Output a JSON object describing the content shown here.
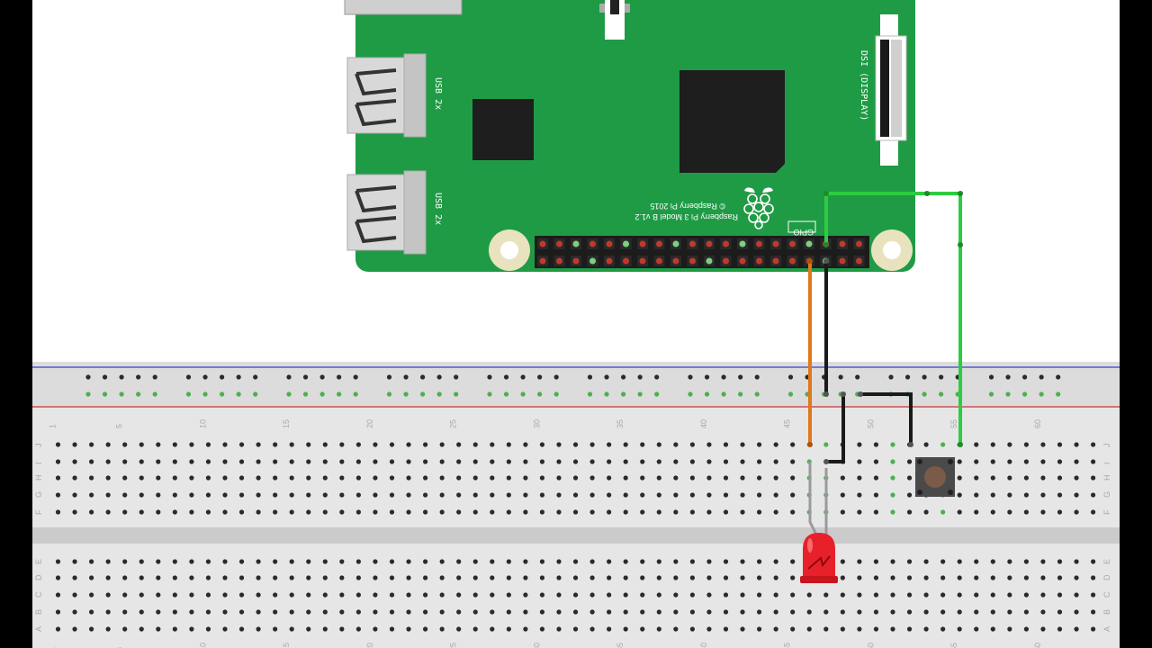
{
  "board": {
    "model_line1": "Raspberry Pi 3 Model B v1.2",
    "model_line2": "© Raspberry Pi 2015",
    "gpio_label": "GPIO",
    "usb_label": "USB 2x",
    "dsi_label": "DSI (DISPLAY)",
    "pcb_color": "#1f9b45",
    "chip_color": "#1e1e1e"
  },
  "breadboard": {
    "column_numbers": [
      "1",
      "5",
      "10",
      "15",
      "20",
      "25",
      "30",
      "35",
      "40",
      "45",
      "50",
      "55",
      "60"
    ],
    "row_letters_top": [
      "J",
      "I",
      "H",
      "G",
      "F"
    ],
    "row_letters_bottom": [
      "E",
      "D",
      "C",
      "B",
      "A"
    ],
    "rail_blue": "#3344cc",
    "rail_red": "#cc3333"
  },
  "wires": {
    "orange": "#e0781c",
    "black": "#1a1a1a",
    "green": "#2ecc40"
  },
  "components": {
    "led_color": "#e8202a",
    "button_color": "#4a4a4a"
  }
}
